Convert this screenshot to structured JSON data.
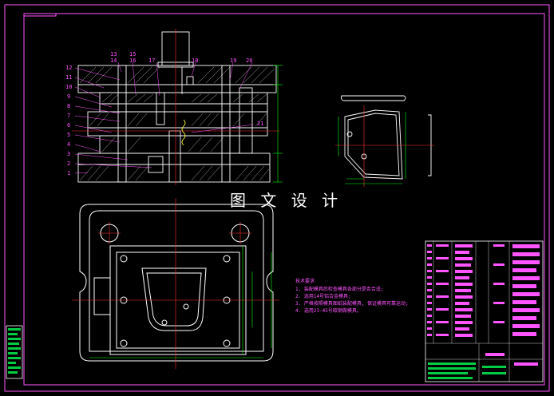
{
  "watermark": "图 文 设 计",
  "part_numbers_left": [
    "12",
    "11",
    "10",
    "9",
    "8",
    "7",
    "6",
    "5",
    "4",
    "3",
    "2",
    "1"
  ],
  "part_numbers_top": [
    "13",
    "14",
    "15",
    "16",
    "17",
    "18",
    "19",
    "20"
  ],
  "part_number_right": "21",
  "notes_title": "技术要求",
  "notes": [
    "1. 装配模具后检查模具各部分是否合适;",
    "2. 选用14号铝合金模具;",
    "3. 严格按照模具图纸装配模具, 保证模具可靠运动;",
    "4. 选用23-45号碳钢做模具。"
  ],
  "colors": {
    "background": "#000000",
    "outline": "#ffffff",
    "annotation": "#ff55ff",
    "dimension": "#00ff00",
    "centerline": "#ff3333",
    "frame": "#ff55ff"
  }
}
